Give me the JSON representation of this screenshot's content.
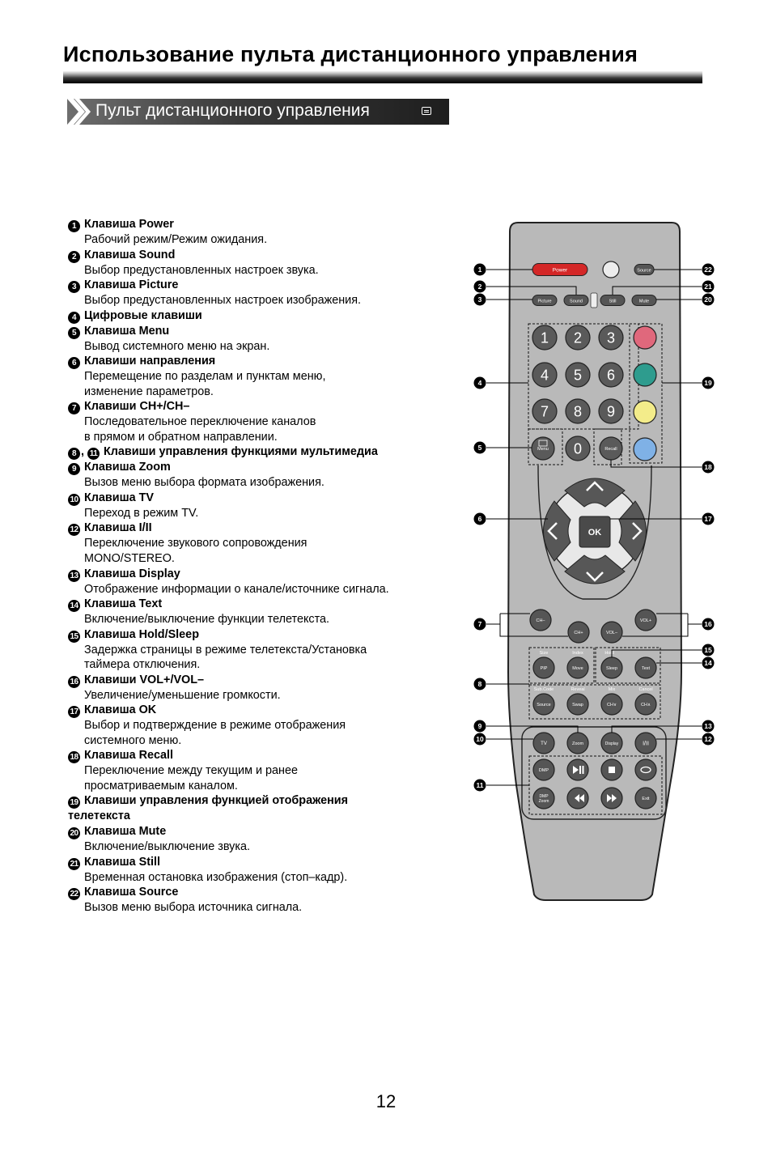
{
  "page": {
    "title": "Использование пульта дистанционного управления",
    "section_title": "Пульт дистанционного управления",
    "page_number": "12"
  },
  "legend": [
    {
      "nums": [
        "1"
      ],
      "title": "Клавиша Power",
      "desc": "Рабочий режим/Режим ожидания."
    },
    {
      "nums": [
        "2"
      ],
      "title": "Клавиша Sound",
      "desc": "Выбор предустановленных настроек звука."
    },
    {
      "nums": [
        "3"
      ],
      "title": "Клавиша Picture",
      "desc": "Выбор предустановленных настроек изображения."
    },
    {
      "nums": [
        "4"
      ],
      "title": "Цифровые клавиши",
      "desc": ""
    },
    {
      "nums": [
        "5"
      ],
      "title": "Клавиша Menu",
      "desc": "Вывод системного меню на экран."
    },
    {
      "nums": [
        "6"
      ],
      "title": "Клавиши направления",
      "desc": "Перемещение по разделам и пунктам меню,\nизменение параметров."
    },
    {
      "nums": [
        "7"
      ],
      "title": "Клавиши CH+/CH–",
      "desc": "Последовательное переключение каналов\nв прямом и обратном направлении."
    },
    {
      "nums": [
        "8",
        "11"
      ],
      "title": "Клавиши управления функциями мультимедиа",
      "desc": ""
    },
    {
      "nums": [
        "9"
      ],
      "title": "Клавиша Zoom",
      "desc": "Вызов меню выбора формата изображения."
    },
    {
      "nums": [
        "10"
      ],
      "title": "Клавиша TV",
      "desc": "Переход в режим TV."
    },
    {
      "nums": [
        "12"
      ],
      "title": "Клавиша I/II",
      "desc": "Переключение звукового сопровождения\nMONO/STEREO."
    },
    {
      "nums": [
        "13"
      ],
      "title": "Клавиша Display",
      "desc": "Отображение информации о канале/источнике сигнала."
    },
    {
      "nums": [
        "14"
      ],
      "title": "Клавиша Text",
      "desc": "Включение/выключение функции телетекста."
    },
    {
      "nums": [
        "15"
      ],
      "title": "Клавиша Hold/Sleep",
      "desc": "Задержка страницы в режиме телетекста/Установка\nтаймера отключения."
    },
    {
      "nums": [
        "16"
      ],
      "title": "Клавиши VOL+/VOL–",
      "desc": "Увеличение/уменьшение громкости."
    },
    {
      "nums": [
        "17"
      ],
      "title": "Клавиша OK",
      "desc": "Выбор и подтверждение в режиме отображения\nсистемного меню."
    },
    {
      "nums": [
        "18"
      ],
      "title": "Клавиша Recall",
      "desc": "Переключение между текущим и ранее\nпросматриваемым каналом."
    },
    {
      "nums": [
        "19"
      ],
      "title": "Клавиши управления функцией отображения\nтелетекста",
      "desc": ""
    },
    {
      "nums": [
        "20"
      ],
      "title": "Клавиша Mute",
      "desc": "Включение/выключение звука."
    },
    {
      "nums": [
        "21"
      ],
      "title": "Клавиша Still",
      "desc": "Временная остановка изображения (стоп–кадр)."
    },
    {
      "nums": [
        "22"
      ],
      "title": "Клавиша Source",
      "desc": "Вызов меню выбора источника сигнала."
    }
  ],
  "remote": {
    "buttons": {
      "power": "Power",
      "source": "Source",
      "picture": "Picture",
      "sound": "Sound",
      "still": "Still",
      "mute": "Mute",
      "digits": [
        "1",
        "2",
        "3",
        "4",
        "5",
        "6",
        "7",
        "8",
        "9",
        "0"
      ],
      "menu": "Menu",
      "recall": "Recall",
      "ok": "OK",
      "ch_minus": "CH–",
      "ch_plus": "CH+",
      "vol_minus": "VOL–",
      "vol_plus": "VOL+",
      "size": "Size",
      "index": "Index",
      "hold": "Hold",
      "pip": "PIP",
      "move": "Move",
      "sleep": "Sleep",
      "text": "Text",
      "sub_code": "Sub.Code",
      "reveal": "Reveal",
      "mix": "Mix",
      "cancel": "Cancel",
      "source2": "Source",
      "swap": "Swap",
      "ch_v": "CH∨",
      "ch_up": "CH∧",
      "tv": "TV",
      "zoom": "Zoom",
      "display": "Display",
      "i_ii": "I/II",
      "dmp": "DMP",
      "dmp_zoom_1": "DMP",
      "dmp_zoom_2": "Zoom",
      "exit": "Exit"
    },
    "teletext_colors": [
      "#e0687c",
      "#2e9c8e",
      "#f3ec8a",
      "#7fb1e6"
    ],
    "callouts_left": [
      "1",
      "2",
      "3",
      "4",
      "5",
      "6",
      "7",
      "8",
      "9",
      "10",
      "11"
    ],
    "callouts_right": [
      "22",
      "21",
      "20",
      "19",
      "18",
      "17",
      "16",
      "15",
      "14",
      "13",
      "12"
    ]
  },
  "colors": {
    "remote_body": "#b9b9b9",
    "button_dark": "#5c5c5c",
    "power_red": "#d42727",
    "callout": "#000000"
  }
}
